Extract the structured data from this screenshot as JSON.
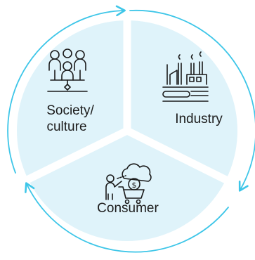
{
  "segments": [
    {
      "id": "society",
      "label_line1": "Society/",
      "label_line2": "culture",
      "icon": "people-network-icon"
    },
    {
      "id": "industry",
      "label": "Industry",
      "icon": "factory-icon"
    },
    {
      "id": "consumer",
      "label": "Consumer",
      "icon": "shopper-with-cart-icon"
    }
  ],
  "colors": {
    "segment_fill": "#dff3fa",
    "cycle_arrow": "#3ec6e8",
    "divider": "#ffffff",
    "text": "#1c1c1c",
    "icon": "#1a1a1a"
  },
  "cycle_direction": "clockwise"
}
